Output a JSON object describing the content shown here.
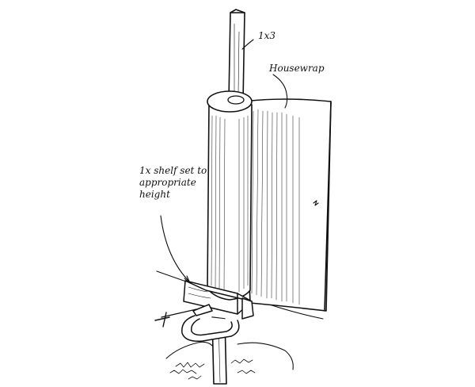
{
  "callouts": {
    "post": "1x3",
    "wrap": "Housewrap",
    "shelf_lines": [
      "1x shelf set to",
      "appropriate",
      "height"
    ]
  },
  "colors": {
    "ink": "#111111",
    "paper": "#ffffff"
  }
}
